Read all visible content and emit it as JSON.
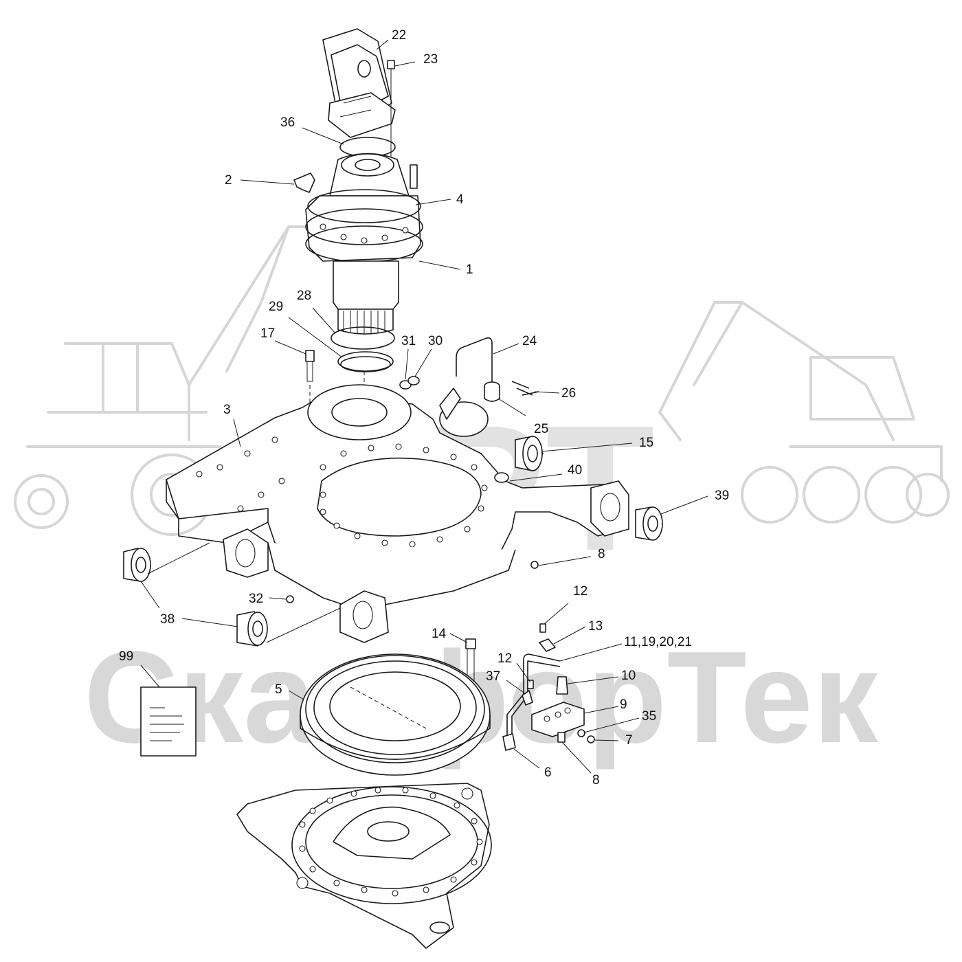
{
  "watermark": {
    "big_text": "SPT",
    "brand_text": "СканфорТек",
    "color": "#cfcfcf"
  },
  "callouts": [
    {
      "id": "22",
      "text": "22"
    },
    {
      "id": "23",
      "text": "23"
    },
    {
      "id": "36",
      "text": "36"
    },
    {
      "id": "2",
      "text": "2"
    },
    {
      "id": "4",
      "text": "4"
    },
    {
      "id": "1",
      "text": "1"
    },
    {
      "id": "28",
      "text": "28"
    },
    {
      "id": "29",
      "text": "29"
    },
    {
      "id": "17",
      "text": "17"
    },
    {
      "id": "31",
      "text": "31"
    },
    {
      "id": "30",
      "text": "30"
    },
    {
      "id": "24",
      "text": "24"
    },
    {
      "id": "26",
      "text": "26"
    },
    {
      "id": "25",
      "text": "25"
    },
    {
      "id": "3",
      "text": "3"
    },
    {
      "id": "15",
      "text": "15"
    },
    {
      "id": "40",
      "text": "40"
    },
    {
      "id": "39",
      "text": "39"
    },
    {
      "id": "8a",
      "text": "8"
    },
    {
      "id": "32",
      "text": "32"
    },
    {
      "id": "38",
      "text": "38"
    },
    {
      "id": "12a",
      "text": "12"
    },
    {
      "id": "13",
      "text": "13"
    },
    {
      "id": "14",
      "text": "14"
    },
    {
      "id": "11_19_20_21",
      "text": "11,19,20,21"
    },
    {
      "id": "99",
      "text": "99"
    },
    {
      "id": "12b",
      "text": "12"
    },
    {
      "id": "37",
      "text": "37"
    },
    {
      "id": "10",
      "text": "10"
    },
    {
      "id": "5",
      "text": "5"
    },
    {
      "id": "9",
      "text": "9"
    },
    {
      "id": "35",
      "text": "35"
    },
    {
      "id": "7",
      "text": "7"
    },
    {
      "id": "6",
      "text": "6"
    },
    {
      "id": "8b",
      "text": "8"
    }
  ]
}
